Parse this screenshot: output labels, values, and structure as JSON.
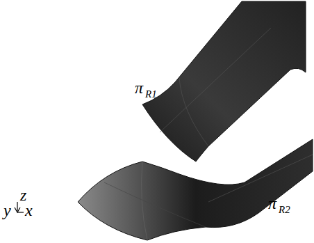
{
  "diagram": {
    "labels": [
      "π",
      "R1",
      "π",
      "R2",
      "z",
      "y",
      "x"
    ]
  }
}
